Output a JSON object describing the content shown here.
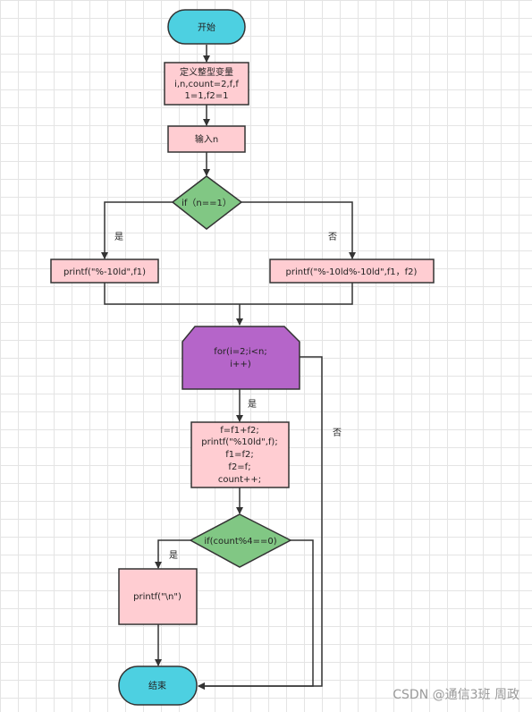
{
  "colors": {
    "terminal_fill": "#4dd0e1",
    "process_fill": "#ffcdd2",
    "decision_fill": "#81c784",
    "loop_fill": "#b565c9",
    "stroke": "#333333"
  },
  "nodes": {
    "start": "开始",
    "declare": [
      "定义整型变量",
      "i,n,count=2,f,f",
      "1=1,f2=1"
    ],
    "input": "输入n",
    "if_n": "if（n==1）",
    "print_one": "printf(\"%-10ld\",f1)",
    "print_two": "printf(\"%-10ld%-10ld\",f1，f2)",
    "for_loop": [
      "for(i=2;i<n;",
      "i++)"
    ],
    "loop_body": [
      "f=f1+f2;",
      "printf(\"%10ld\",f);",
      "f1=f2;",
      "f2=f;",
      "count++;"
    ],
    "if_count": "if(count%4==0)",
    "newline": "printf(\"\\n\")",
    "end": "结束"
  },
  "edge_labels": {
    "if_yes": "是",
    "if_no": "否",
    "loop_yes": "是",
    "loop_no": "否",
    "count_yes": "是"
  },
  "watermark": "CSDN @通信3班 周政"
}
